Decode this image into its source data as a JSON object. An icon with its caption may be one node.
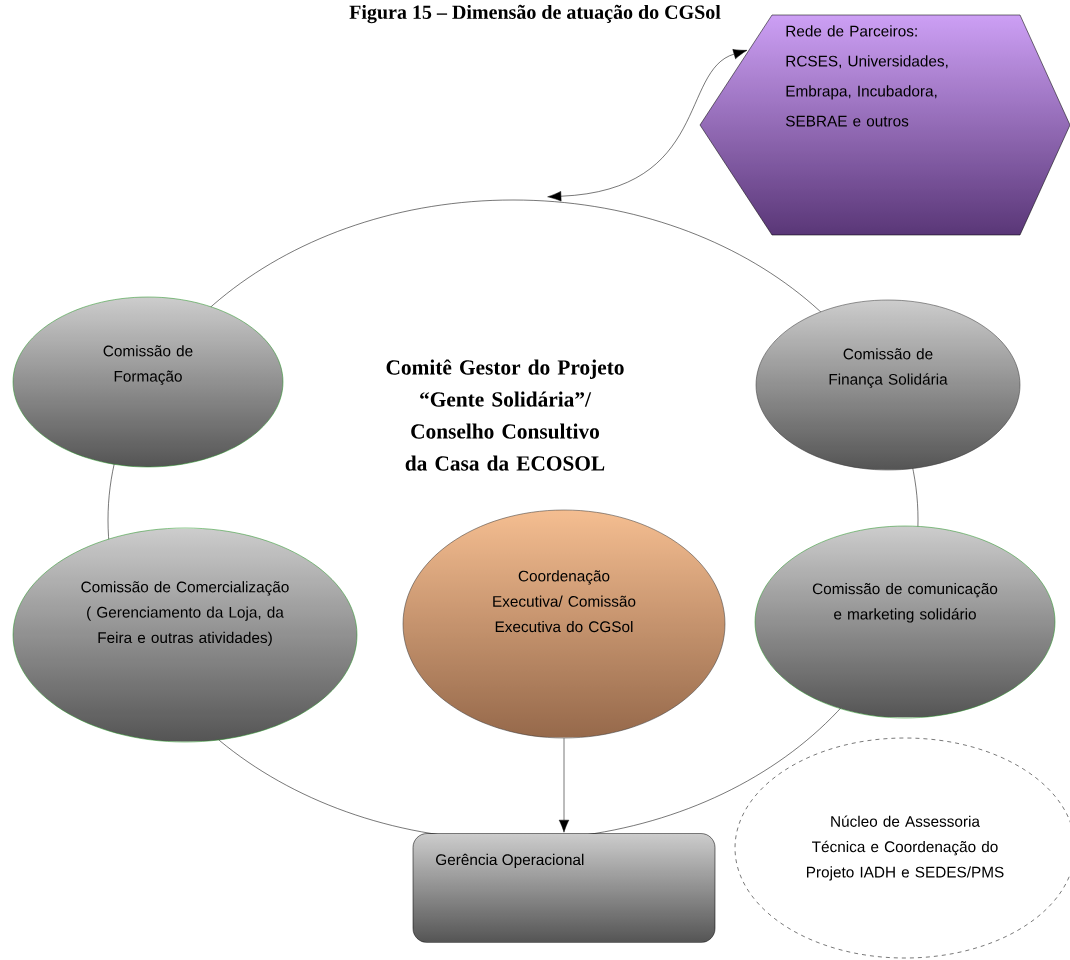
{
  "diagram": {
    "title": "Figura 15 – Dimensão de atuação do CGSol",
    "nodes": [
      {
        "text": [
          "Rede de Parceiros: RCSES, Universidades, Embrapa, Incubadora, SEBRAE e outros"
        ]
      },
      {
        "text": [
          "Comitê Gestor do Projeto “Gente Solidária”/ Conselho Consultivo da Casa da ECOSOL"
        ]
      },
      {
        "text": [
          "Comissão de Formação"
        ]
      },
      {
        "text": [
          "Comissão de Finança Solidária"
        ]
      },
      {
        "text": [
          "Comissão de Comercialização ( Gerenciamento da Loja, da Feira e outras atividades)"
        ]
      },
      {
        "text": [
          "Coordenação Executiva/ Comissão Executiva do CGSol"
        ],
        "in": 1
      },
      {
        "text": [
          "Comissão de comunicação e marketing solidário"
        ]
      },
      {
        "text": [
          "Gerência Operacional"
        ]
      },
      {
        "text": [
          "Núcleo de Assessoria Técnica e Coordenação do Projeto IADH e SEDES/PMS"
        ]
      }
    ],
    "edges": [
      {
        "from": 0,
        "to": 1,
        "arrow": "both"
      },
      {
        "from": 5,
        "to": 7,
        "arrow": "to"
      }
    ]
  }
}
